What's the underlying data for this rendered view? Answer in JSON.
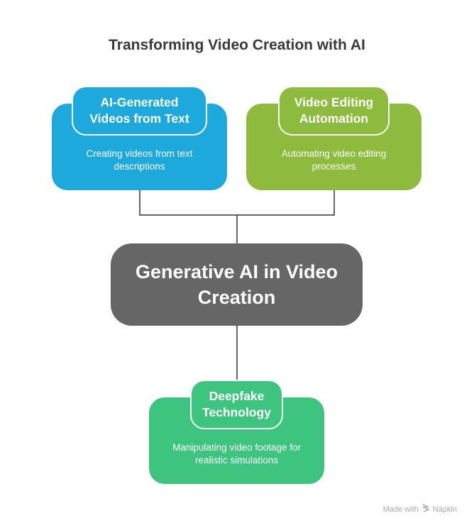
{
  "title": "Transforming Video Creation with AI",
  "center": {
    "label": "Generative AI in Video Creation",
    "color": "#666666"
  },
  "nodes": [
    {
      "title": "AI-Generated Videos from Text",
      "description": "Creating videos from text descriptions",
      "color": "#1EA9DC"
    },
    {
      "title": "Video Editing Automation",
      "description": "Automating video editing processes",
      "color": "#8DBB3D"
    },
    {
      "title": "Deepfake Technology",
      "description": "Manipulating video footage for realistic simulations",
      "color": "#3DC47E"
    }
  ],
  "footer": {
    "text": "Made with",
    "brand": "Napkin"
  }
}
